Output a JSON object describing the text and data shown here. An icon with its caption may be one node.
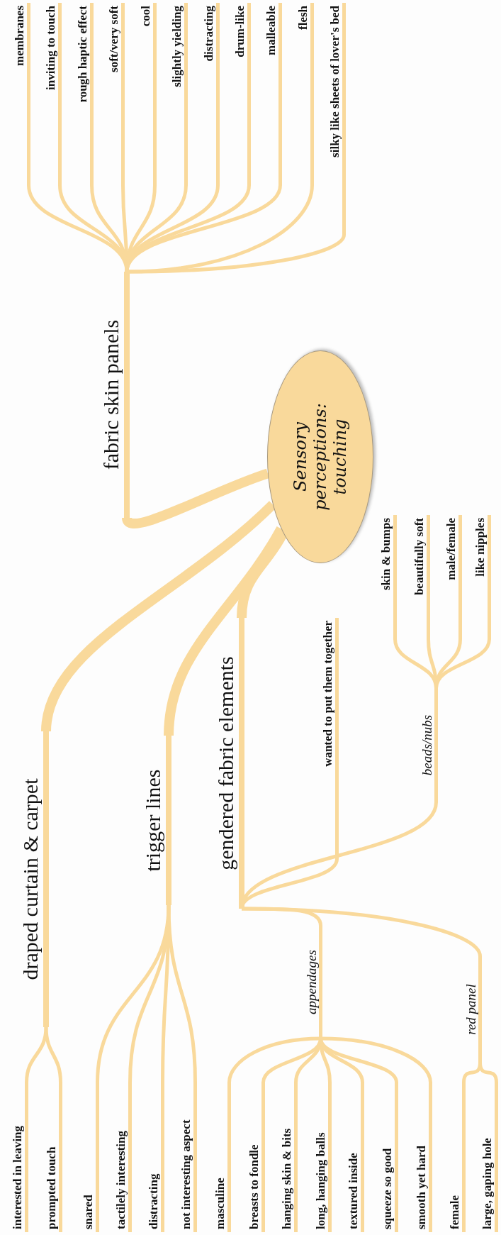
{
  "diagram": {
    "nodes": [
      {
        "text": [
          "Sensory perceptions: touching"
        ]
      },
      {
        "text": [
          "draped curtain & carpet"
        ]
      },
      {
        "text": [
          "interested in leaving"
        ]
      },
      {
        "text": [
          "prompted touch"
        ]
      },
      {
        "text": [
          "trigger lines"
        ]
      },
      {
        "text": [
          "snared"
        ]
      },
      {
        "text": [
          "tactilely interesting"
        ]
      },
      {
        "text": [
          "distracting"
        ]
      },
      {
        "text": [
          "not interesting aspect"
        ]
      },
      {
        "text": [
          "gendered fabric elements"
        ]
      },
      {
        "text": [
          "wanted to put them together"
        ]
      },
      {
        "text": [
          "appendages"
        ]
      },
      {
        "text": [
          "masculine"
        ]
      },
      {
        "text": [
          "breasts to fondle"
        ]
      },
      {
        "text": [
          "hanging skin & bits"
        ]
      },
      {
        "text": [
          "long, hanging balls"
        ]
      },
      {
        "text": [
          "textured inside"
        ]
      },
      {
        "text": [
          "squeeze so good"
        ]
      },
      {
        "text": [
          "smooth yet hard"
        ]
      },
      {
        "text": [
          "red panel"
        ]
      },
      {
        "text": [
          "female"
        ]
      },
      {
        "text": [
          "large, gaping hole"
        ]
      },
      {
        "text": [
          "beads/nubs"
        ]
      },
      {
        "text": [
          "skin & bumps"
        ]
      },
      {
        "text": [
          "beautifully soft"
        ]
      },
      {
        "text": [
          "male/female"
        ]
      },
      {
        "text": [
          "like nipples"
        ]
      },
      {
        "text": [
          "fabric skin panels"
        ]
      },
      {
        "text": [
          "membranes"
        ]
      },
      {
        "text": [
          "inviting to touch"
        ]
      },
      {
        "text": [
          "rough haptic effect"
        ]
      },
      {
        "text": [
          "soft/very soft"
        ]
      },
      {
        "text": [
          "cool"
        ]
      },
      {
        "text": [
          "slightly yielding"
        ]
      },
      {
        "text": [
          "distracting"
        ]
      },
      {
        "text": [
          "drum-like"
        ]
      },
      {
        "text": [
          "malleable"
        ]
      },
      {
        "text": [
          "flesh"
        ]
      },
      {
        "text": [
          "silky like sheets of lover's bed"
        ]
      }
    ],
    "edges": [
      {
        "from": 0,
        "to": 1,
        "arrow": "none",
        "style": "thick"
      },
      {
        "from": 1,
        "to": 2,
        "arrow": "none"
      },
      {
        "from": 1,
        "to": 3,
        "arrow": "none"
      },
      {
        "from": 0,
        "to": 4,
        "arrow": "none",
        "style": "thick"
      },
      {
        "from": 4,
        "to": 5,
        "arrow": "none"
      },
      {
        "from": 4,
        "to": 6,
        "arrow": "none"
      },
      {
        "from": 4,
        "to": 7,
        "arrow": "none"
      },
      {
        "from": 4,
        "to": 8,
        "arrow": "none"
      },
      {
        "from": 0,
        "to": 9,
        "arrow": "none",
        "style": "thick"
      },
      {
        "from": 9,
        "to": 10,
        "arrow": "none"
      },
      {
        "from": 9,
        "to": 11,
        "arrow": "none"
      },
      {
        "from": 11,
        "to": 12,
        "arrow": "none"
      },
      {
        "from": 11,
        "to": 13,
        "arrow": "none"
      },
      {
        "from": 11,
        "to": 14,
        "arrow": "none"
      },
      {
        "from": 11,
        "to": 15,
        "arrow": "none"
      },
      {
        "from": 11,
        "to": 16,
        "arrow": "none"
      },
      {
        "from": 11,
        "to": 17,
        "arrow": "none"
      },
      {
        "from": 11,
        "to": 18,
        "arrow": "none"
      },
      {
        "from": 9,
        "to": 19,
        "arrow": "none"
      },
      {
        "from": 19,
        "to": 20,
        "arrow": "none"
      },
      {
        "from": 19,
        "to": 21,
        "arrow": "none"
      },
      {
        "from": 9,
        "to": 22,
        "arrow": "none"
      },
      {
        "from": 22,
        "to": 23,
        "arrow": "none"
      },
      {
        "from": 22,
        "to": 24,
        "arrow": "none"
      },
      {
        "from": 22,
        "to": 25,
        "arrow": "none"
      },
      {
        "from": 22,
        "to": 26,
        "arrow": "none"
      },
      {
        "from": 0,
        "to": 27,
        "arrow": "none",
        "style": "thick"
      },
      {
        "from": 27,
        "to": 28,
        "arrow": "none"
      },
      {
        "from": 27,
        "to": 29,
        "arrow": "none"
      },
      {
        "from": 27,
        "to": 30,
        "arrow": "none"
      },
      {
        "from": 27,
        "to": 31,
        "arrow": "none"
      },
      {
        "from": 27,
        "to": 32,
        "arrow": "none"
      },
      {
        "from": 27,
        "to": 33,
        "arrow": "none"
      },
      {
        "from": 27,
        "to": 34,
        "arrow": "none"
      },
      {
        "from": 27,
        "to": 35,
        "arrow": "none"
      },
      {
        "from": 27,
        "to": 36,
        "arrow": "none"
      },
      {
        "from": 27,
        "to": 37,
        "arrow": "none"
      },
      {
        "from": 27,
        "to": 38,
        "arrow": "none"
      }
    ]
  }
}
